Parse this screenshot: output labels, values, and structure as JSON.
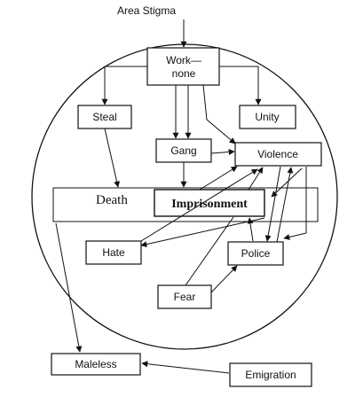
{
  "title": "Area Stigma",
  "nodes": {
    "work_line1": "Work—",
    "work_line2": "none",
    "steal": "Steal",
    "unity": "Unity",
    "gang": "Gang",
    "violence": "Violence",
    "death": "Death",
    "imprisonment": "Imprisonment",
    "hate": "Hate",
    "police": "Police",
    "fear": "Fear",
    "maleless": "Maleless",
    "emigration": "Emigration"
  },
  "edges": [
    {
      "from": "Area Stigma",
      "to": "Work—none"
    },
    {
      "from": "Work—none",
      "to": "Steal"
    },
    {
      "from": "Work—none",
      "to": "Gang"
    },
    {
      "from": "Work—none",
      "to": "Unity"
    },
    {
      "from": "Work—none",
      "to": "Violence"
    },
    {
      "from": "Steal",
      "to": "Death / Imprisonment"
    },
    {
      "from": "Gang",
      "to": "Death / Imprisonment"
    },
    {
      "from": "Gang",
      "to": "Violence"
    },
    {
      "from": "Imprisonment",
      "to": "Violence"
    },
    {
      "from": "Violence",
      "to": "Police"
    },
    {
      "from": "Police",
      "to": "Violence"
    },
    {
      "from": "Violence",
      "to": "Hate"
    },
    {
      "from": "Hate",
      "to": "Violence"
    },
    {
      "from": "Fear",
      "to": "Police"
    },
    {
      "from": "Fear",
      "to": "Violence"
    },
    {
      "from": "Police",
      "to": "Imprisonment"
    },
    {
      "from": "Death",
      "to": "Maleless"
    },
    {
      "from": "Emigration",
      "to": "Maleless"
    }
  ],
  "colors": {
    "ink": "#111111",
    "box_fill": "#ffffff"
  }
}
